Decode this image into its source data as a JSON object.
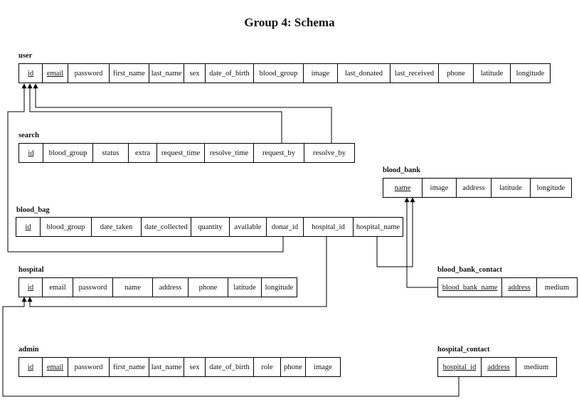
{
  "title": "Group 4: Schema",
  "tables": {
    "user": {
      "name": "user",
      "columns": [
        {
          "label": "id",
          "pk": true
        },
        {
          "label": "email",
          "pk": true
        },
        {
          "label": "password"
        },
        {
          "label": "first_name"
        },
        {
          "label": "last_name"
        },
        {
          "label": "sex"
        },
        {
          "label": "date_of_birth"
        },
        {
          "label": "blood_group"
        },
        {
          "label": "image"
        },
        {
          "label": "last_donated"
        },
        {
          "label": "last_received"
        },
        {
          "label": "phone"
        },
        {
          "label": "latitude"
        },
        {
          "label": "longitude"
        }
      ]
    },
    "search": {
      "name": "search",
      "columns": [
        {
          "label": "id",
          "pk": true
        },
        {
          "label": "blood_group"
        },
        {
          "label": "status"
        },
        {
          "label": "extra"
        },
        {
          "label": "request_time"
        },
        {
          "label": "resolve_time"
        },
        {
          "label": "request_by"
        },
        {
          "label": "resolve_by"
        }
      ]
    },
    "blood_bank": {
      "name": "blood_bank",
      "columns": [
        {
          "label": "name",
          "pk": true
        },
        {
          "label": "image"
        },
        {
          "label": "address"
        },
        {
          "label": "latitude"
        },
        {
          "label": "longitude"
        }
      ]
    },
    "blood_bag": {
      "name": "blood_bag",
      "columns": [
        {
          "label": "id",
          "pk": true
        },
        {
          "label": "blood_group"
        },
        {
          "label": "date_taken"
        },
        {
          "label": "date_collected"
        },
        {
          "label": "quantity"
        },
        {
          "label": "available"
        },
        {
          "label": "donar_id"
        },
        {
          "label": "hospital_id"
        },
        {
          "label": "hospital_name"
        }
      ]
    },
    "hospital": {
      "name": "hospital",
      "columns": [
        {
          "label": "id",
          "pk": true
        },
        {
          "label": "email"
        },
        {
          "label": "password"
        },
        {
          "label": "name"
        },
        {
          "label": "address"
        },
        {
          "label": "phone"
        },
        {
          "label": "latitude"
        },
        {
          "label": "longitude"
        }
      ]
    },
    "blood_bank_contact": {
      "name": "blood_bank_contact",
      "columns": [
        {
          "label": "blood_bank_name",
          "pk": true
        },
        {
          "label": "address",
          "pk": true
        },
        {
          "label": "medium"
        }
      ]
    },
    "admin": {
      "name": "admin",
      "columns": [
        {
          "label": "id",
          "pk": true
        },
        {
          "label": "email",
          "pk": true
        },
        {
          "label": "password"
        },
        {
          "label": "first_name"
        },
        {
          "label": "last_name"
        },
        {
          "label": "sex"
        },
        {
          "label": "date_of_birth"
        },
        {
          "label": "role"
        },
        {
          "label": "phone"
        },
        {
          "label": "image"
        }
      ]
    },
    "hospital_contact": {
      "name": "hospital_contact",
      "columns": [
        {
          "label": "hospital_id",
          "pk": true
        },
        {
          "label": "address",
          "pk": true
        },
        {
          "label": "medium"
        }
      ]
    }
  }
}
